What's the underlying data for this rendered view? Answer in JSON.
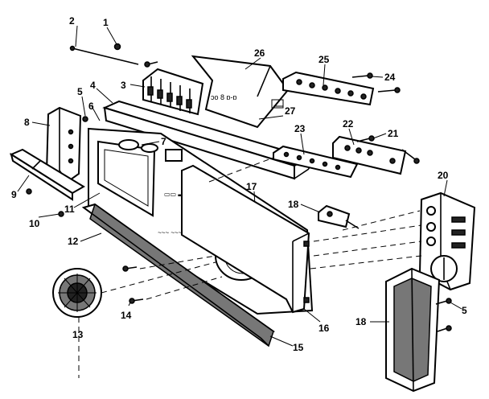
{
  "callouts": [
    {
      "id": "c1",
      "label": "1"
    },
    {
      "id": "c2",
      "label": "2"
    },
    {
      "id": "c3",
      "label": "3"
    },
    {
      "id": "c4",
      "label": "4"
    },
    {
      "id": "c5a",
      "label": "5"
    },
    {
      "id": "c5b",
      "label": "5"
    },
    {
      "id": "c6",
      "label": "6"
    },
    {
      "id": "c7",
      "label": "7"
    },
    {
      "id": "c8",
      "label": "8"
    },
    {
      "id": "c9",
      "label": "9"
    },
    {
      "id": "c10",
      "label": "10"
    },
    {
      "id": "c11",
      "label": "11"
    },
    {
      "id": "c12",
      "label": "12"
    },
    {
      "id": "c13",
      "label": "13"
    },
    {
      "id": "c14",
      "label": "14"
    },
    {
      "id": "c15",
      "label": "15"
    },
    {
      "id": "c16",
      "label": "16"
    },
    {
      "id": "c17",
      "label": "17"
    },
    {
      "id": "c18a",
      "label": "18"
    },
    {
      "id": "c18b",
      "label": "18"
    },
    {
      "id": "c20",
      "label": "20"
    },
    {
      "id": "c21",
      "label": "21"
    },
    {
      "id": "c22",
      "label": "22"
    },
    {
      "id": "c23",
      "label": "23"
    },
    {
      "id": "c24",
      "label": "24"
    },
    {
      "id": "c25",
      "label": "25"
    },
    {
      "id": "c26",
      "label": "26"
    },
    {
      "id": "c27",
      "label": "27"
    }
  ]
}
